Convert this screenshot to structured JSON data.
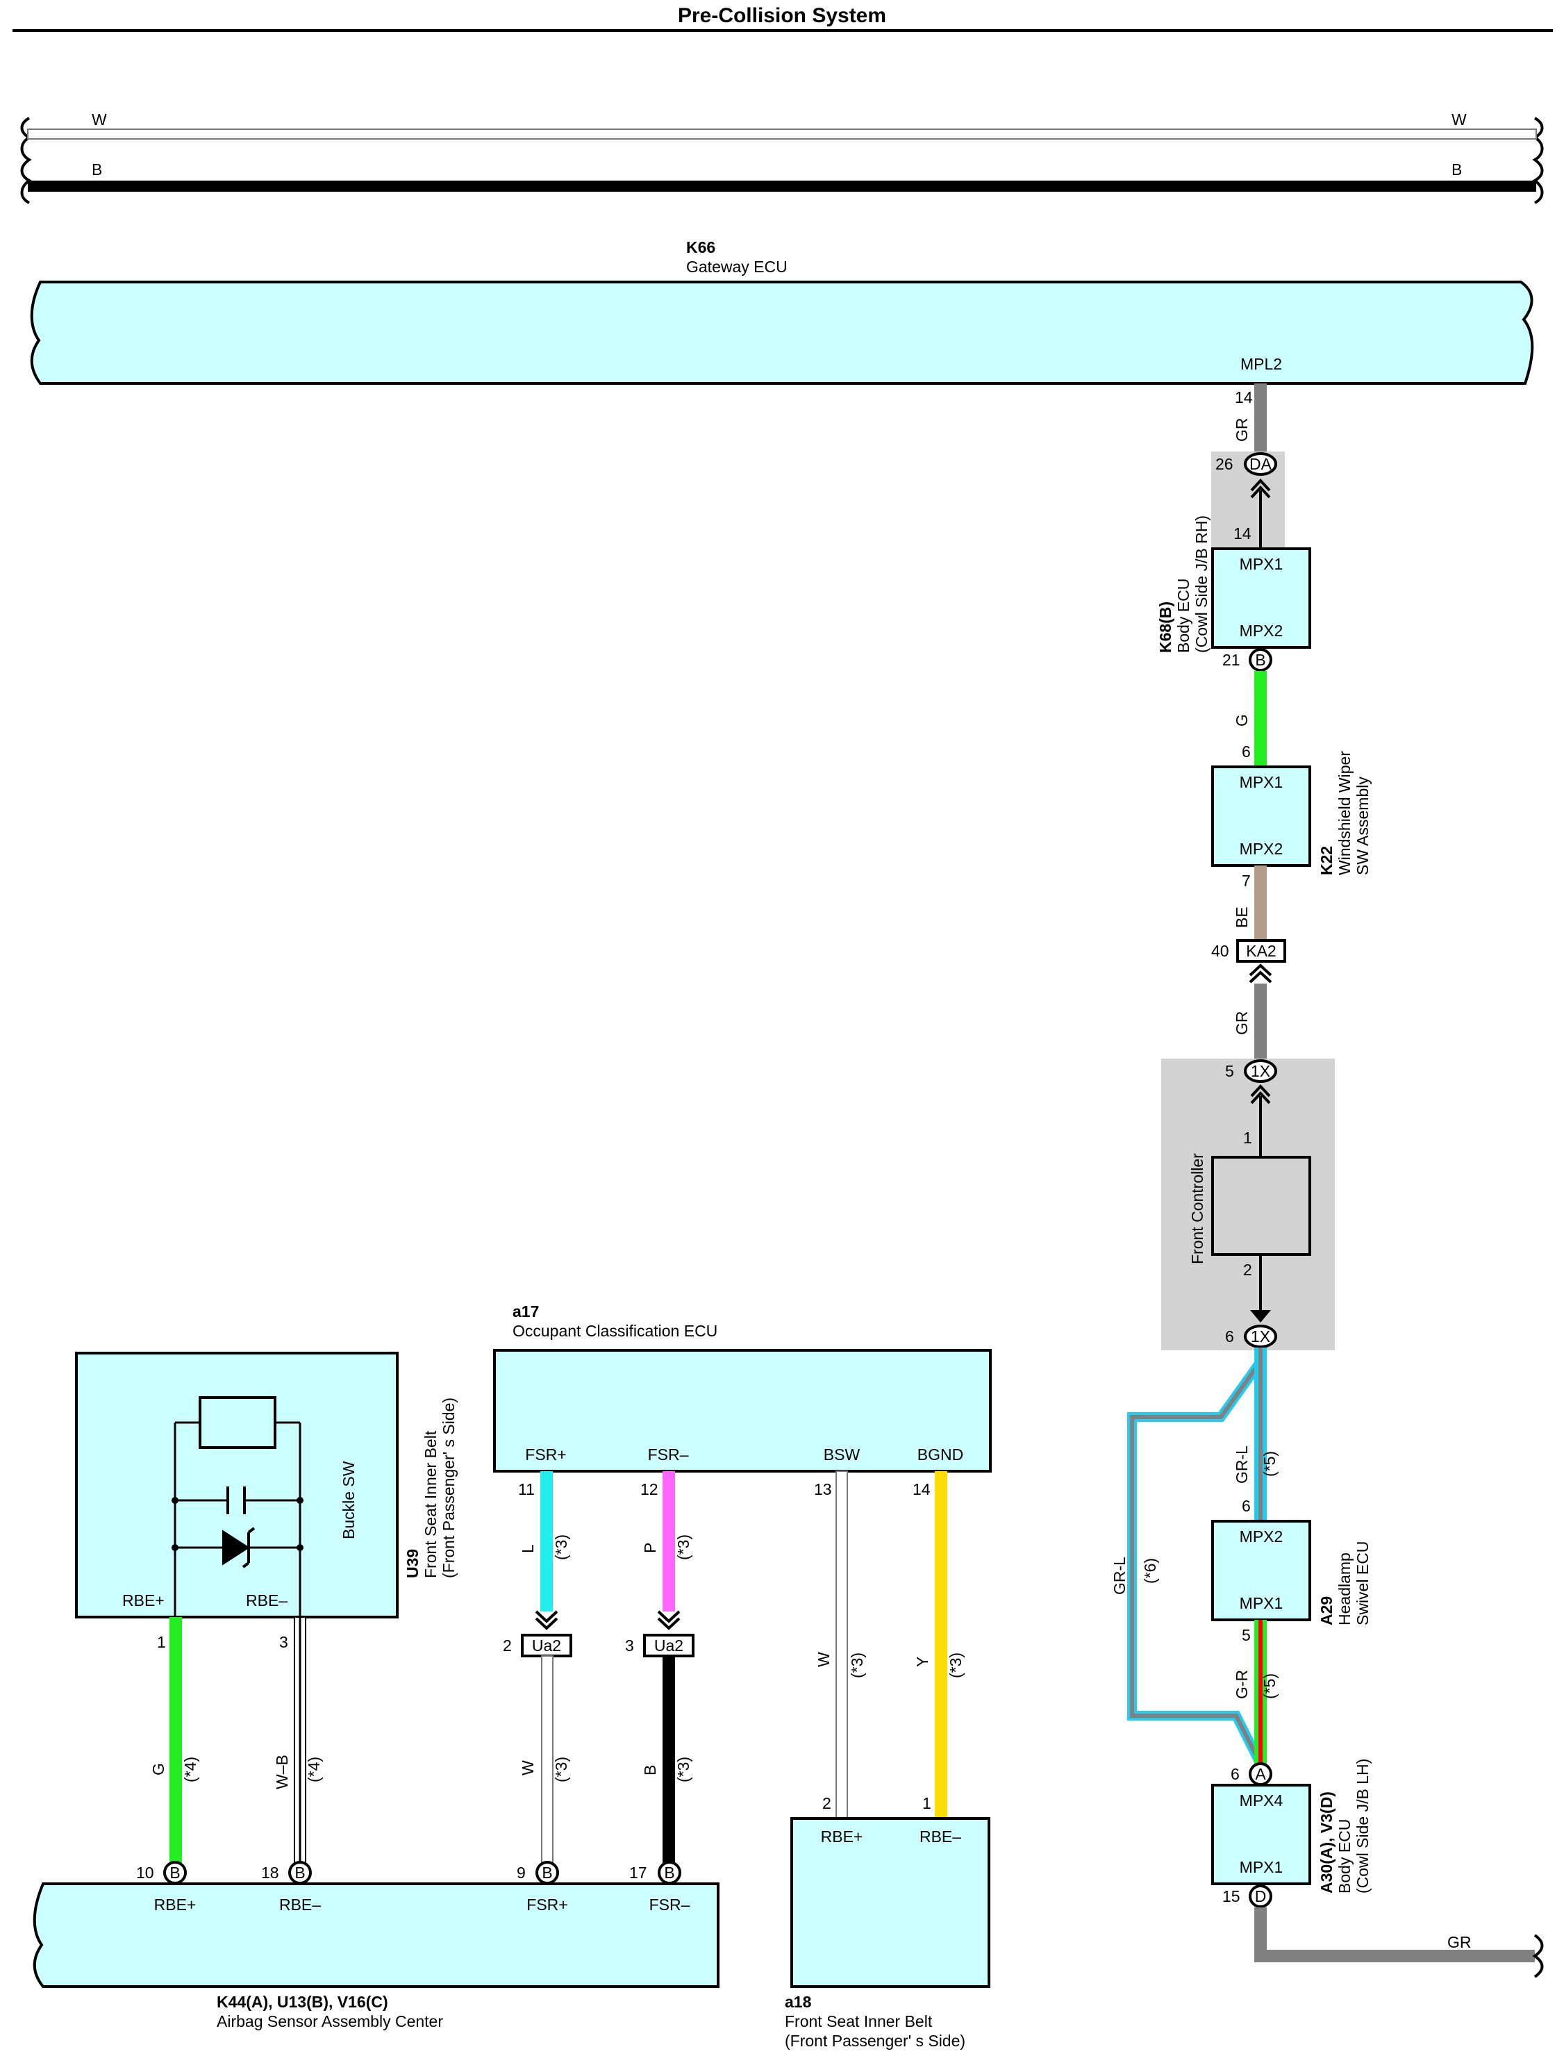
{
  "title": "Pre-Collision System",
  "colors": {
    "component_fill": "#ccffff",
    "shade": "#d3d3d3",
    "G": "#22ee22",
    "GR": "#808080",
    "BE": "#b39c88",
    "L": "#22eeee",
    "P": "#ff66ff",
    "Y": "#ffdd00",
    "B": "#000000",
    "W": "#ffffff",
    "R": "#ff0000"
  },
  "rails": {
    "top": "W",
    "bottom": "B"
  },
  "gateway": {
    "code": "K66",
    "name": "Gateway ECU",
    "pin_label": "MPL2",
    "pin": "14",
    "wire": "GR"
  },
  "conn_da": {
    "id": "DA",
    "pin": "26"
  },
  "body_ecu_rh": {
    "code": "K68(B)",
    "name": "Body ECU",
    "location": "(Cowl Side J/B RH)",
    "pin_top_label": "MPX1",
    "pin_top": "14",
    "pin_bot_label": "MPX2",
    "pin_bot": "21",
    "pin_bot_conn": "B"
  },
  "wire_g_top": {
    "color": "G"
  },
  "wiper_sw": {
    "code": "K22",
    "name": "Windshield Wiper",
    "name2": "SW Assembly",
    "pin_top_label": "MPX1",
    "pin_top": "6",
    "pin_bot_label": "MPX2",
    "pin_bot": "7"
  },
  "wire_be": {
    "color": "BE"
  },
  "conn_ka2": {
    "id": "KA2",
    "pin": "40"
  },
  "wire_gr_mid": {
    "color": "GR"
  },
  "front_controller": {
    "name": "Front Controller",
    "conn_id": "1X",
    "conn_top_pin": "5",
    "conn_bot_pin": "6",
    "pin_in": "1",
    "pin_out": "2"
  },
  "wire_grl": {
    "color": "GR-L",
    "note_main": "(*5)",
    "note_branch": "(*6)"
  },
  "headlamp_ecu": {
    "code": "A29",
    "name": "Headlamp",
    "name2": "Swivel ECU",
    "pin_top_label": "MPX2",
    "pin_top": "6",
    "pin_bot_label": "MPX1",
    "pin_bot": "5"
  },
  "wire_gr_red": {
    "color": "G-R",
    "note": "(*5)"
  },
  "body_ecu_lh": {
    "code": "A30(A), V3(D)",
    "name": "Body ECU",
    "location": "(Cowl Side J/B LH)",
    "pin_top_label": "MPX4",
    "pin_top": "6",
    "pin_top_conn": "A",
    "pin_bot_label": "MPX1",
    "pin_bot": "15",
    "pin_bot_conn": "D"
  },
  "wire_gr_out": {
    "color": "GR"
  },
  "buckle_sw": {
    "code": "U39",
    "name": "Front Seat Inner Belt",
    "location": "(Front Passenger' s Side)",
    "inner_label": "Buckle SW",
    "pin1_label": "RBE+",
    "pin1": "1",
    "pin2_label": "RBE–",
    "pin2": "3"
  },
  "wire_buckle": [
    {
      "color": "G",
      "note": "(*4)"
    },
    {
      "color": "W–B",
      "note": "(*4)"
    }
  ],
  "occupant_ecu": {
    "code": "a17",
    "name": "Occupant Classification ECU",
    "pins": [
      {
        "label": "FSR+",
        "num": "11"
      },
      {
        "label": "FSR–",
        "num": "12"
      },
      {
        "label": "BSW",
        "num": "13"
      },
      {
        "label": "BGND",
        "num": "14"
      }
    ]
  },
  "wires_a17_upper": [
    {
      "color": "L",
      "note": "(*3)"
    },
    {
      "color": "P",
      "note": "(*3)"
    },
    {
      "color": "W",
      "note": "(*3)"
    },
    {
      "color": "Y",
      "note": "(*3)"
    }
  ],
  "conn_ua2": {
    "id": "Ua2",
    "pin_left": "2",
    "pin_right": "3"
  },
  "wires_a17_lower": [
    {
      "color": "W",
      "note": "(*3)"
    },
    {
      "color": "B",
      "note": "(*3)"
    }
  ],
  "airbag_ecu": {
    "code": "K44(A), U13(B), V16(C)",
    "name": "Airbag Sensor Assembly Center",
    "pins": [
      {
        "label": "RBE+",
        "num": "10",
        "conn": "B"
      },
      {
        "label": "RBE–",
        "num": "18",
        "conn": "B"
      },
      {
        "label": "FSR+",
        "num": "9",
        "conn": "B"
      },
      {
        "label": "FSR–",
        "num": "17",
        "conn": "B"
      }
    ]
  },
  "seat_belt_a18": {
    "code": "a18",
    "name": "Front Seat Inner Belt",
    "location": "(Front Passenger' s Side)",
    "pin1_label": "RBE+",
    "pin1": "2",
    "pin2_label": "RBE–",
    "pin2": "1"
  }
}
